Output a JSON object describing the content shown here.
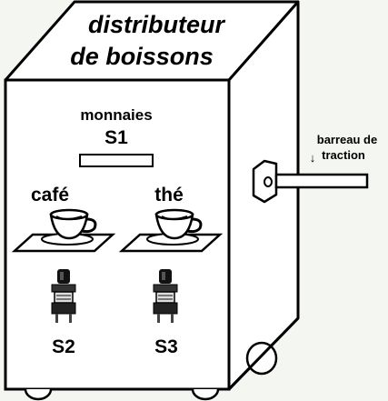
{
  "machine": {
    "title_line1": "distributeur",
    "title_line2": "de boissons",
    "coin_label": "monnaies",
    "coin_sensor": "S1",
    "drink_left": "café",
    "drink_right": "thé",
    "button_left": "S2",
    "button_right": "S3"
  },
  "lever": {
    "label_line1": "barreau de",
    "label_line2": "traction",
    "arrow_glyph": "↓"
  }
}
